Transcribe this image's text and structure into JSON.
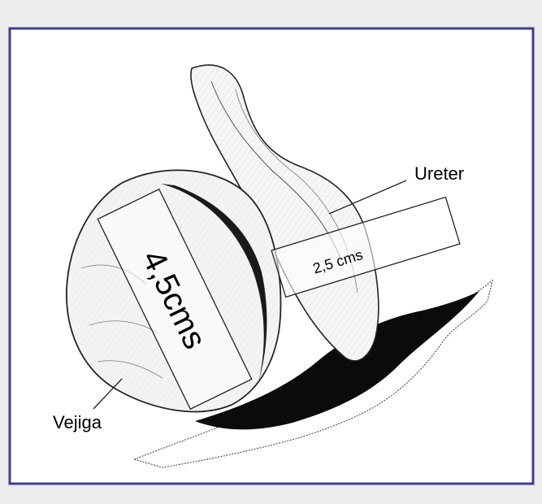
{
  "figure": {
    "frame_color": "#3b3f8f",
    "background_color": "#ececec",
    "panel_color": "#ffffff",
    "labels": {
      "ureter": "Ureter",
      "bladder": "Vejiga"
    },
    "measurements": {
      "bladder_size": "4,5cms",
      "ureter_size": "2,5 cms"
    }
  }
}
